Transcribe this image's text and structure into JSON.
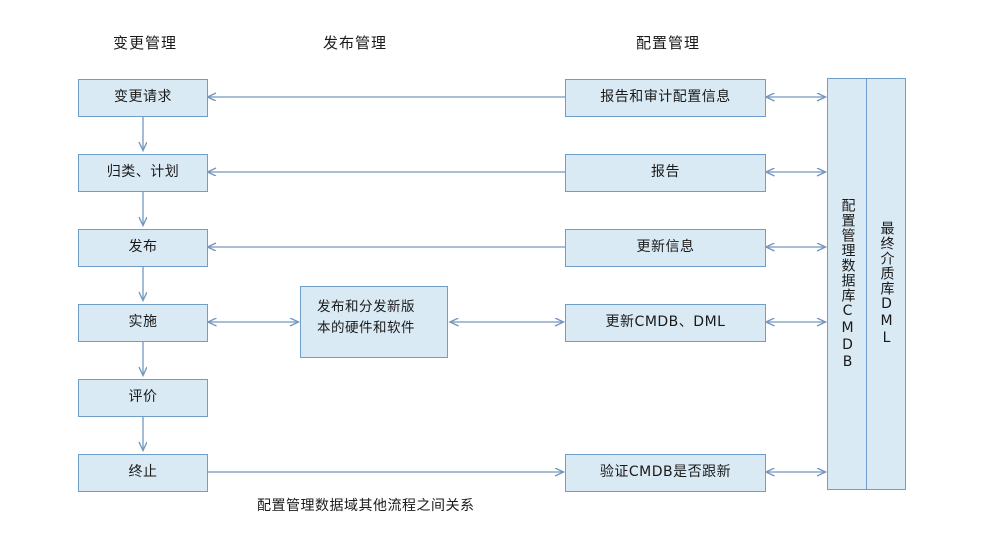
{
  "diagram": {
    "caption": "配置管理数据域其他流程之间关系",
    "colors": {
      "box_fill": "#d9eaf4",
      "box_border": "#6f9fc8",
      "arrow": "#7497bf",
      "text": "#1a1a1a"
    },
    "column_headers": [
      {
        "label": "变更管理"
      },
      {
        "label": "发布管理"
      },
      {
        "label": "配置管理"
      }
    ],
    "change_process": [
      {
        "label": "变更请求"
      },
      {
        "label": "归类、计划"
      },
      {
        "label": "发布"
      },
      {
        "label": "实施"
      },
      {
        "label": "评价"
      },
      {
        "label": "终止"
      }
    ],
    "release_process": [
      {
        "line1": "发布和分发新版",
        "line2": "本的硬件和软件"
      }
    ],
    "config_process": [
      {
        "label": "报告和审计配置信息"
      },
      {
        "label": "报告"
      },
      {
        "label": "更新信息"
      },
      {
        "label": "更新CMDB、DML"
      },
      {
        "label": "验证CMDB是否跟新"
      }
    ],
    "repositories": [
      {
        "label": "配置管理数据库CMDB"
      },
      {
        "label": "最终介质库DML"
      }
    ]
  }
}
